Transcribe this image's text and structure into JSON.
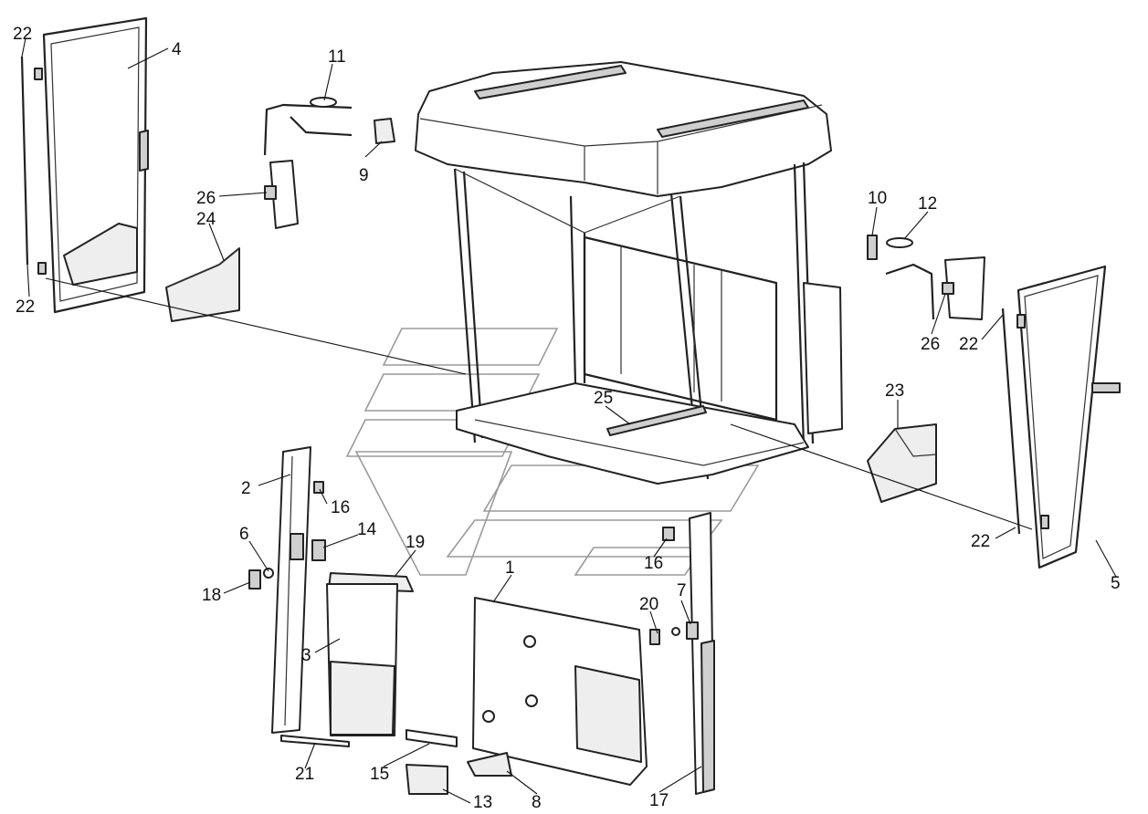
{
  "callouts": [
    {
      "id": "c22a",
      "text": "22"
    },
    {
      "id": "c4",
      "text": "4"
    },
    {
      "id": "c11",
      "text": "11"
    },
    {
      "id": "c26a",
      "text": "26"
    },
    {
      "id": "c24",
      "text": "24"
    },
    {
      "id": "c9",
      "text": "9"
    },
    {
      "id": "c22b",
      "text": "22"
    },
    {
      "id": "c10",
      "text": "10"
    },
    {
      "id": "c12",
      "text": "12"
    },
    {
      "id": "c26b",
      "text": "26"
    },
    {
      "id": "c22c",
      "text": "22"
    },
    {
      "id": "c23",
      "text": "23"
    },
    {
      "id": "c25",
      "text": "25"
    },
    {
      "id": "c22d",
      "text": "22"
    },
    {
      "id": "c5",
      "text": "5"
    },
    {
      "id": "c2",
      "text": "2"
    },
    {
      "id": "c16a",
      "text": "16"
    },
    {
      "id": "c6",
      "text": "6"
    },
    {
      "id": "c14",
      "text": "14"
    },
    {
      "id": "c19",
      "text": "19"
    },
    {
      "id": "c18",
      "text": "18"
    },
    {
      "id": "c3",
      "text": "3"
    },
    {
      "id": "c1",
      "text": "1"
    },
    {
      "id": "c16b",
      "text": "16"
    },
    {
      "id": "c7",
      "text": "7"
    },
    {
      "id": "c20",
      "text": "20"
    },
    {
      "id": "c21",
      "text": "21"
    },
    {
      "id": "c15",
      "text": "15"
    },
    {
      "id": "c13",
      "text": "13"
    },
    {
      "id": "c8",
      "text": "8"
    },
    {
      "id": "c17",
      "text": "17"
    }
  ]
}
